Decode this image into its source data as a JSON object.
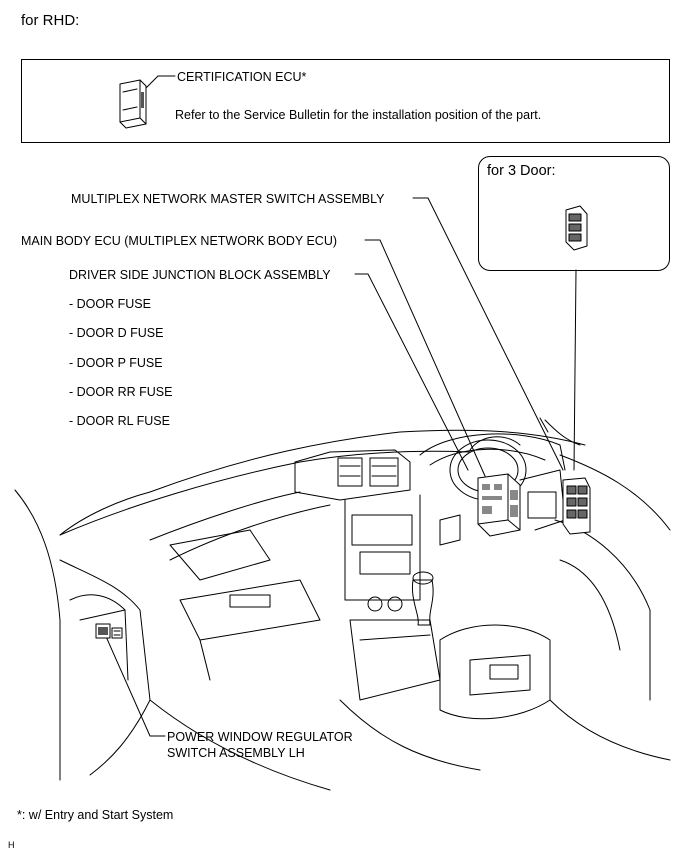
{
  "title": "for RHD:",
  "certification": {
    "label": "CERTIFICATION ECU*",
    "note": "Refer to the Service Bulletin for the installation position of the part."
  },
  "inset": {
    "title": "for 3 Door:"
  },
  "callouts": {
    "master_switch": "MULTIPLEX NETWORK MASTER SWITCH ASSEMBLY",
    "main_body_ecu": "MAIN BODY ECU (MULTIPLEX NETWORK BODY ECU)",
    "junction_block": "DRIVER SIDE JUNCTION BLOCK ASSEMBLY",
    "power_window_line1": "POWER WINDOW REGULATOR",
    "power_window_line2": "SWITCH ASSEMBLY LH"
  },
  "fuses": [
    "- DOOR FUSE",
    "- DOOR D FUSE",
    "- DOOR P FUSE",
    "- DOOR RR FUSE",
    "- DOOR RL FUSE"
  ],
  "footnote": "*: w/ Entry and Start System",
  "corner_mark": "H"
}
